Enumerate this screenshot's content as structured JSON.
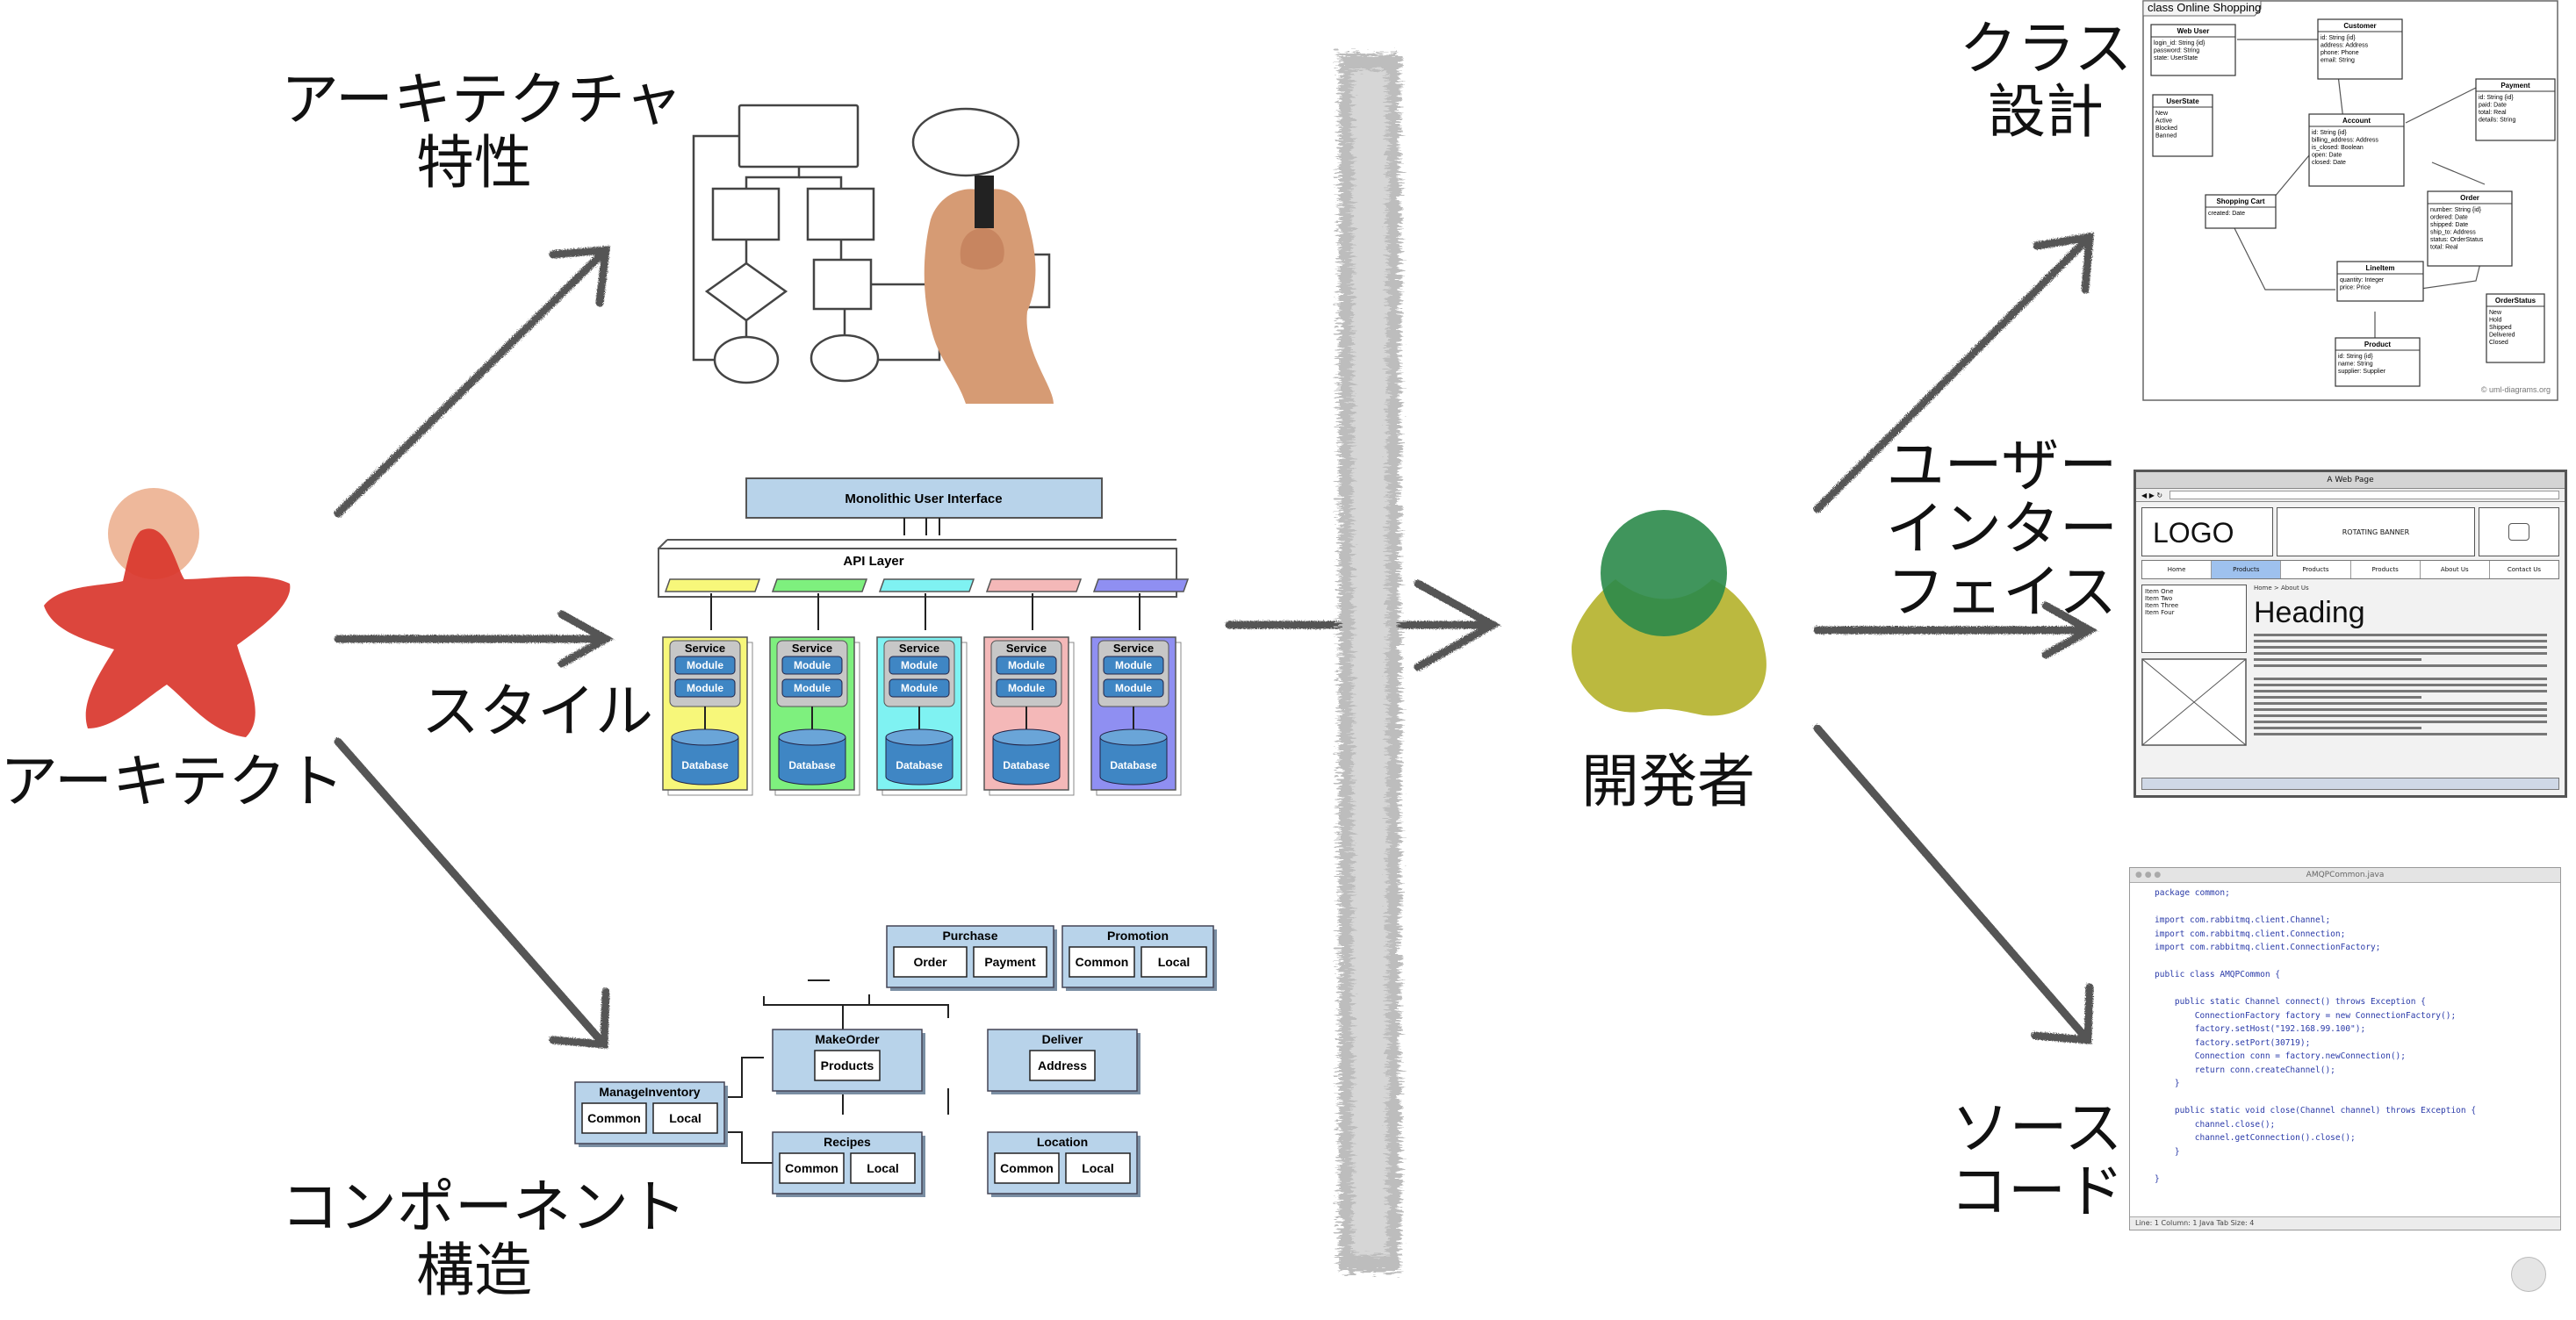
{
  "labels": {
    "architect": "アーキテクト",
    "developer": "開発者",
    "arch_char": [
      "アーキテクチャ",
      "特性"
    ],
    "style": "スタイル",
    "component": [
      "コンポーネント",
      "構造"
    ],
    "class_design": [
      "クラス",
      "設計"
    ],
    "user_interface": [
      "ユーザー",
      "インター",
      "フェイス"
    ],
    "source_code": [
      "ソース",
      "コード"
    ]
  },
  "style_diagram": {
    "ui_label": "Monolithic User Interface",
    "api_label": "API Layer",
    "service_label": "Service",
    "module_label": "Module",
    "database_label": "Database",
    "service_colors": [
      "#f7f77a",
      "#7ef07e",
      "#7ff2f2",
      "#f4b8b8",
      "#8f8ff2"
    ]
  },
  "component_diagram": {
    "purchase": {
      "title": "Purchase",
      "items": [
        "Order",
        "Payment"
      ]
    },
    "promotion": {
      "title": "Promotion",
      "items": [
        "Common",
        "Local"
      ]
    },
    "makeorder": {
      "title": "MakeOrder",
      "items": [
        "Products"
      ]
    },
    "deliver": {
      "title": "Deliver",
      "items": [
        "Address"
      ]
    },
    "manageinventory": {
      "title": "ManageInventory",
      "items": [
        "Common",
        "Local"
      ]
    },
    "recipes": {
      "title": "Recipes",
      "items": [
        "Common",
        "Local"
      ]
    },
    "location": {
      "title": "Location",
      "items": [
        "Common",
        "Local"
      ]
    }
  },
  "class_diagram": {
    "frame": "class Online Shopping",
    "classes": {
      "webuser": {
        "name": "Web User",
        "attrs": [
          "login_id: String {id}",
          "password: String",
          "state: UserState"
        ]
      },
      "customer": {
        "name": "Customer",
        "attrs": [
          "id: String {id}",
          "address: Address",
          "phone: Phone",
          "email: String"
        ]
      },
      "payment": {
        "name": "Payment",
        "attrs": [
          "id: String {id}",
          "paid: Date",
          "total: Real",
          "details: String"
        ]
      },
      "account": {
        "name": "Account",
        "attrs": [
          "id: String {id}",
          "billing_address: Address",
          "is_closed: Boolean",
          "open: Date",
          "closed: Date"
        ]
      },
      "userstate": {
        "name": "UserState",
        "attrs": [
          "New",
          "Active",
          "Blocked",
          "Banned"
        ]
      },
      "cart": {
        "name": "Shopping Cart",
        "attrs": [
          "created: Date"
        ]
      },
      "order": {
        "name": "Order",
        "attrs": [
          "number: String {id}",
          "ordered: Date",
          "shipped: Date",
          "ship_to: Address",
          "status: OrderStatus",
          "total: Real"
        ]
      },
      "lineitem": {
        "name": "LineItem",
        "attrs": [
          "quantity: Integer",
          "price: Price"
        ]
      },
      "orderstatus": {
        "name": "OrderStatus",
        "attrs": [
          "New",
          "Hold",
          "Shipped",
          "Delivered",
          "Closed"
        ]
      },
      "product": {
        "name": "Product",
        "attrs": [
          "id: String {id}",
          "name: String",
          "supplier: Supplier"
        ]
      }
    },
    "watermark": "© uml-diagrams.org"
  },
  "ui_mock": {
    "window_title": "A Web Page",
    "logo": "LOGO",
    "banner": "ROTATING BANNER",
    "nav": [
      "Home",
      "Products",
      "Products",
      "Products",
      "About Us",
      "Contact Us"
    ],
    "breadcrumb": "Home > About Us",
    "heading": "Heading",
    "sidebar": [
      "Item One",
      "Item Two",
      "Item Three",
      "Item Four"
    ]
  },
  "code_editor": {
    "filename": "AMQPCommon.java",
    "lines": [
      "package common;",
      "",
      "import com.rabbitmq.client.Channel;",
      "import com.rabbitmq.client.Connection;",
      "import com.rabbitmq.client.ConnectionFactory;",
      "",
      "public class AMQPCommon {",
      "",
      "    public static Channel connect() throws Exception {",
      "        ConnectionFactory factory = new ConnectionFactory();",
      "        factory.setHost(\"192.168.99.100\");",
      "        factory.setPort(30719);",
      "        Connection conn = factory.newConnection();",
      "        return conn.createChannel();",
      "    }",
      "",
      "    public static void close(Channel channel) throws Exception {",
      "        channel.close();",
      "        channel.getConnection().close();",
      "    }",
      "",
      "}"
    ],
    "status": "Line: 1   Column: 1     Java     Tab Size: 4"
  }
}
